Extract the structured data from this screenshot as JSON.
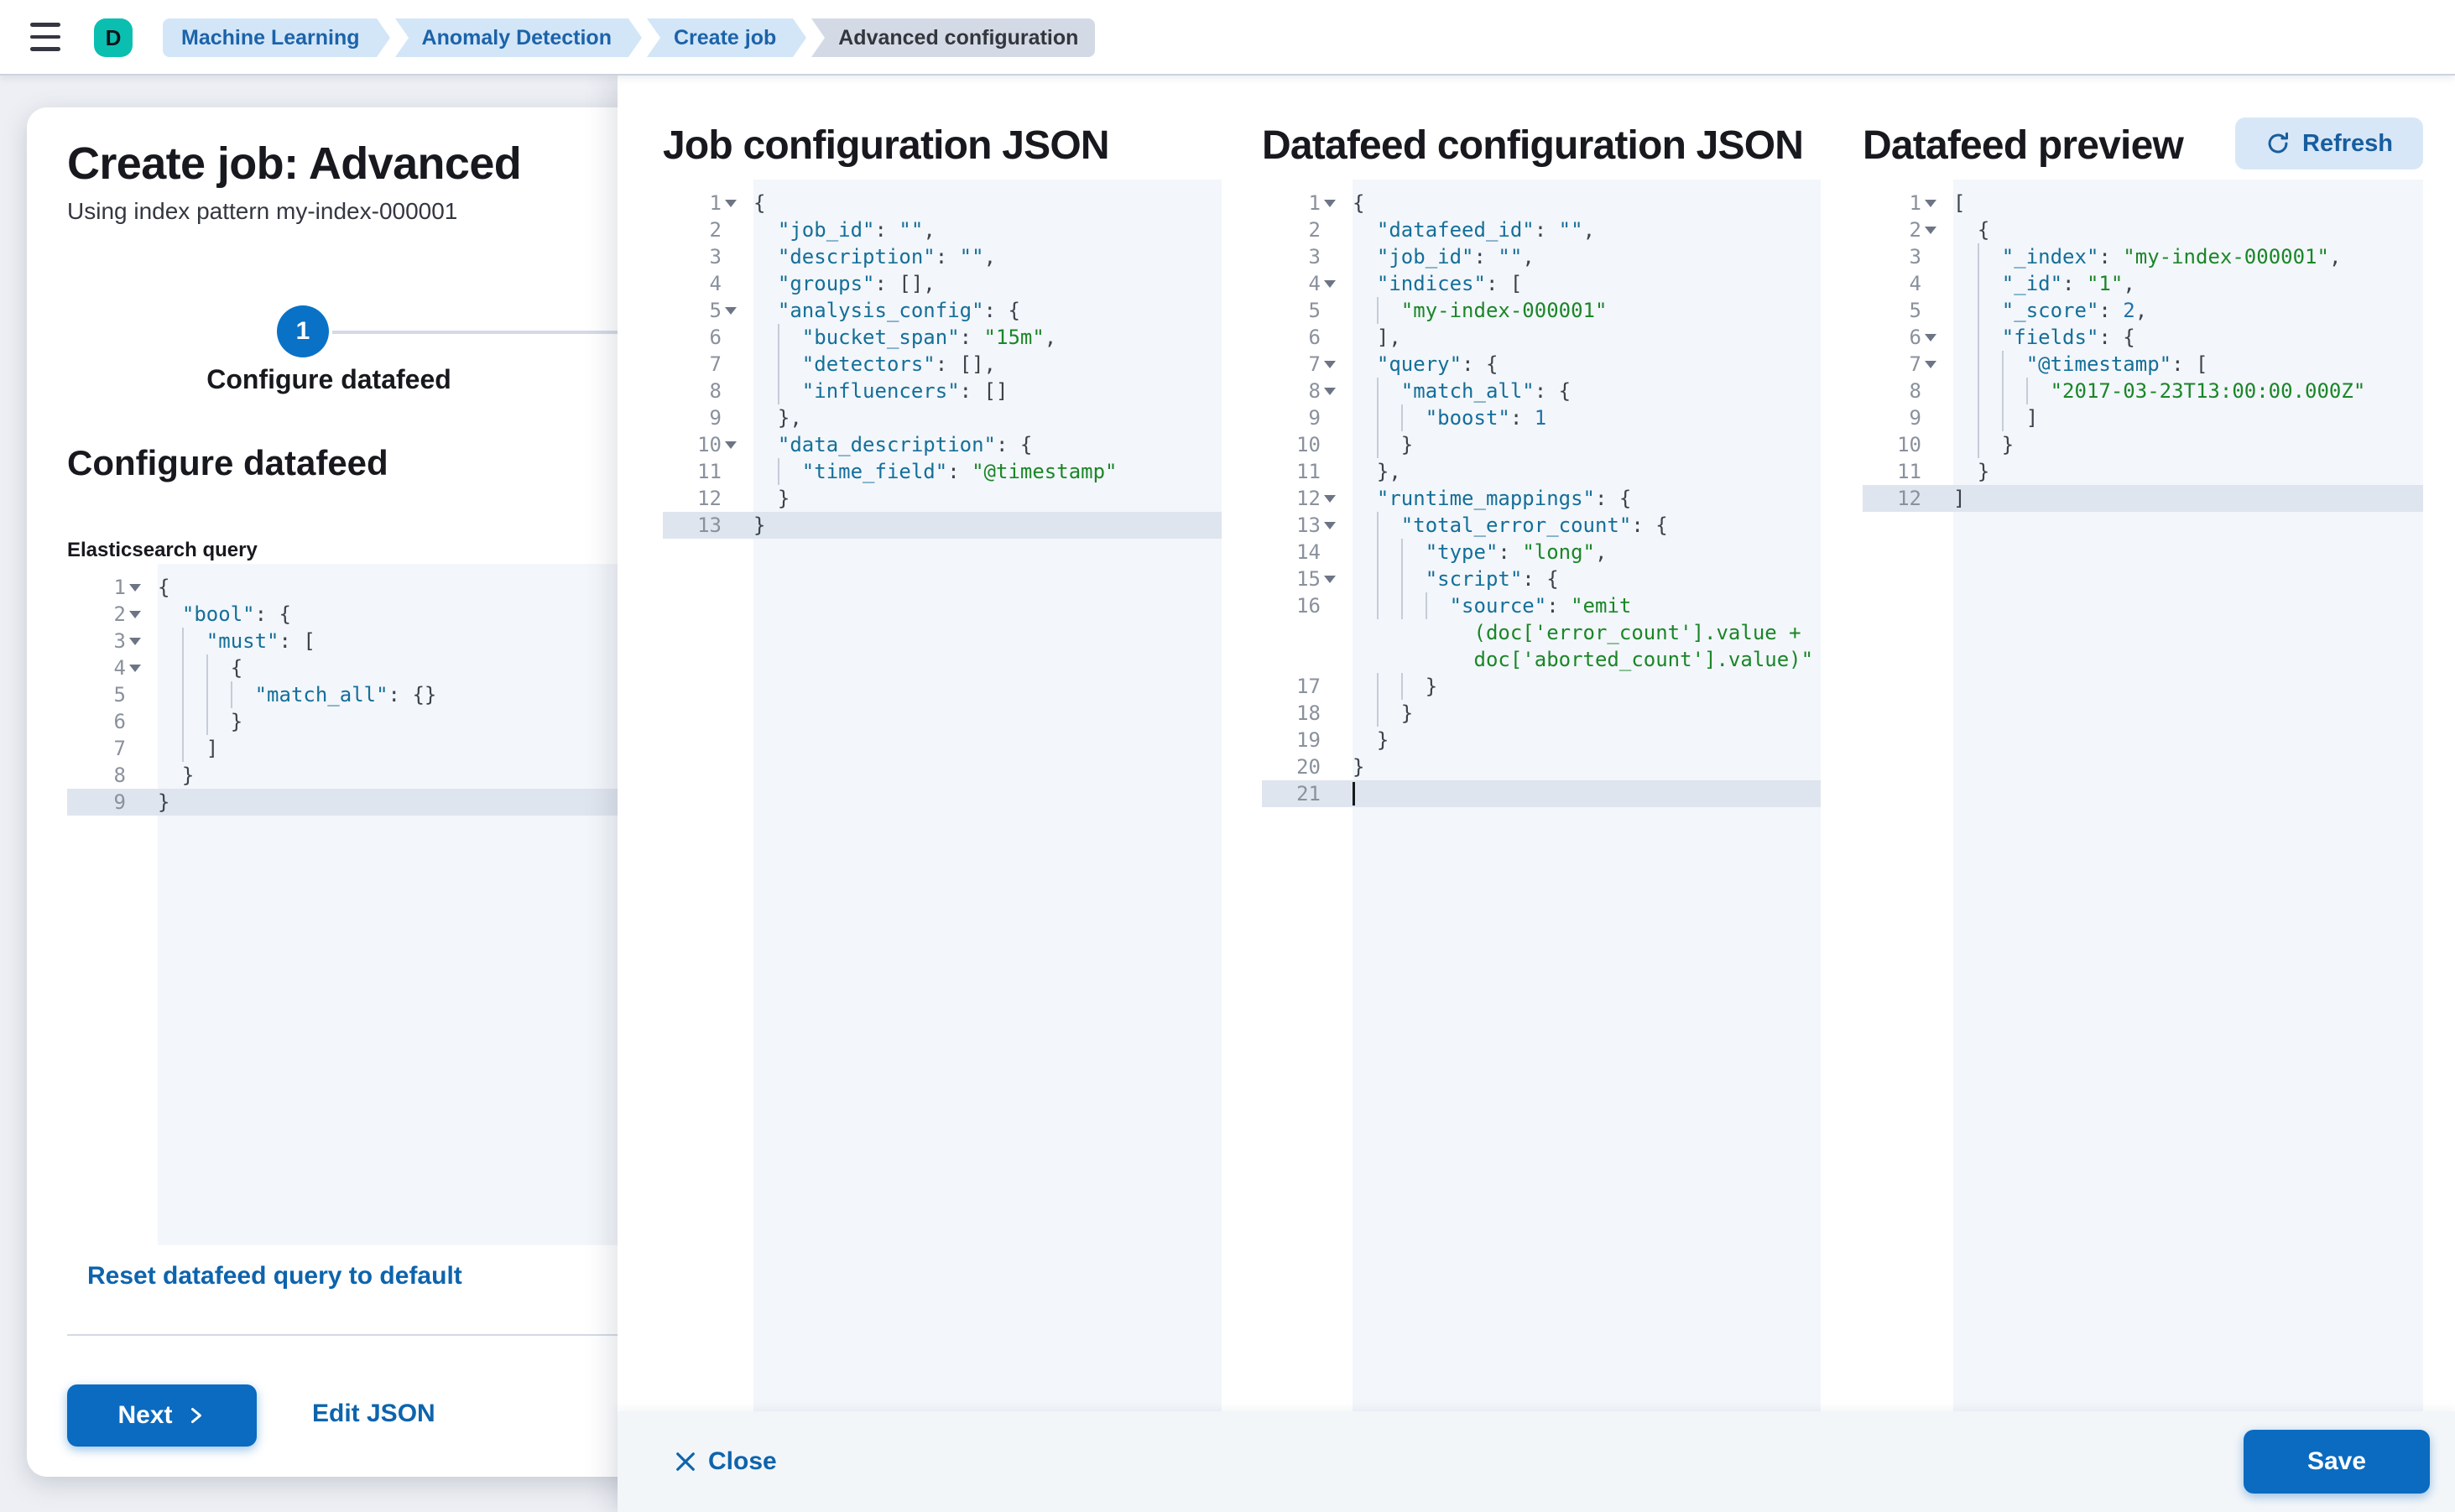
{
  "header": {
    "avatar_initial": "D",
    "breadcrumbs": [
      {
        "label": "Machine Learning",
        "current": false
      },
      {
        "label": "Anomaly Detection",
        "current": false
      },
      {
        "label": "Create job",
        "current": false
      },
      {
        "label": "Advanced configuration",
        "current": true
      }
    ]
  },
  "page": {
    "title": "Create job: Advanced",
    "subtitle": "Using index pattern my-index-000001",
    "step": {
      "number": "1",
      "label": "Configure datafeed"
    },
    "section_title": "Configure datafeed",
    "query_label": "Elasticsearch query",
    "reset_link": "Reset datafeed query to default",
    "next_button": "Next",
    "edit_json_link": "Edit JSON"
  },
  "flyout": {
    "panels": [
      {
        "title": "Job configuration JSON"
      },
      {
        "title": "Datafeed configuration JSON"
      },
      {
        "title": "Datafeed preview"
      }
    ],
    "refresh_button": "Refresh",
    "close_button": "Close",
    "save_button": "Save"
  },
  "icons": {
    "menu": "hamburger-icon",
    "refresh": "refresh-icon",
    "close": "x-icon",
    "next": "chevron-right-icon",
    "fold": "triangle-down-icon"
  },
  "colors": {
    "primary_button": "#0a6bc0",
    "link": "#0d64ad",
    "step_circle": "#0a72c6",
    "avatar": "#0abfb0",
    "breadcrumb_bg": "#d3e6f8",
    "breadcrumb_text": "#1c63a9",
    "breadcrumb_current_bg": "#d3dae5",
    "code_key": "#146f9a",
    "code_string": "#1a8628",
    "code_number": "#2073ab",
    "editor_bg": "#f3f6fa",
    "active_line": "#dfe5ee"
  },
  "editors": {
    "es_query": {
      "lines": [
        {
          "n": "1",
          "f": true,
          "g": 0,
          "t": [
            [
              "p",
              "{"
            ]
          ]
        },
        {
          "n": "2",
          "f": true,
          "g": 0,
          "t": [
            [
              "p",
              "  "
            ],
            [
              "k",
              "\"bool\""
            ],
            [
              "p",
              ": {"
            ]
          ]
        },
        {
          "n": "3",
          "f": true,
          "g": 1,
          "t": [
            [
              "p",
              "    "
            ],
            [
              "k",
              "\"must\""
            ],
            [
              "p",
              ": ["
            ]
          ]
        },
        {
          "n": "4",
          "f": true,
          "g": 2,
          "t": [
            [
              "p",
              "      {"
            ]
          ]
        },
        {
          "n": "5",
          "g": 3,
          "t": [
            [
              "p",
              "        "
            ],
            [
              "k",
              "\"match_all\""
            ],
            [
              "p",
              ": {}"
            ]
          ]
        },
        {
          "n": "6",
          "g": 2,
          "t": [
            [
              "p",
              "      }"
            ]
          ]
        },
        {
          "n": "7",
          "g": 1,
          "t": [
            [
              "p",
              "    ]"
            ]
          ]
        },
        {
          "n": "8",
          "g": 0,
          "t": [
            [
              "p",
              "  }"
            ]
          ]
        },
        {
          "n": "9",
          "a": true,
          "g": 0,
          "t": [
            [
              "p",
              "}"
            ]
          ]
        }
      ]
    },
    "job_config": {
      "lines": [
        {
          "n": "1",
          "f": true,
          "g": 0,
          "t": [
            [
              "p",
              "{"
            ]
          ]
        },
        {
          "n": "2",
          "g": 0,
          "t": [
            [
              "p",
              "  "
            ],
            [
              "k",
              "\"job_id\""
            ],
            [
              "p",
              ": "
            ],
            [
              "k",
              "\"\""
            ],
            [
              "p",
              ","
            ]
          ]
        },
        {
          "n": "3",
          "g": 0,
          "t": [
            [
              "p",
              "  "
            ],
            [
              "k",
              "\"description\""
            ],
            [
              "p",
              ": "
            ],
            [
              "k",
              "\"\""
            ],
            [
              "p",
              ","
            ]
          ]
        },
        {
          "n": "4",
          "g": 0,
          "t": [
            [
              "p",
              "  "
            ],
            [
              "k",
              "\"groups\""
            ],
            [
              "p",
              ": [],"
            ]
          ]
        },
        {
          "n": "5",
          "f": true,
          "g": 0,
          "t": [
            [
              "p",
              "  "
            ],
            [
              "k",
              "\"analysis_config\""
            ],
            [
              "p",
              ": {"
            ]
          ]
        },
        {
          "n": "6",
          "g": 1,
          "t": [
            [
              "p",
              "    "
            ],
            [
              "k",
              "\"bucket_span\""
            ],
            [
              "p",
              ": "
            ],
            [
              "s",
              "\"15m\""
            ],
            [
              "p",
              ","
            ]
          ]
        },
        {
          "n": "7",
          "g": 1,
          "t": [
            [
              "p",
              "    "
            ],
            [
              "k",
              "\"detectors\""
            ],
            [
              "p",
              ": [],"
            ]
          ]
        },
        {
          "n": "8",
          "g": 1,
          "t": [
            [
              "p",
              "    "
            ],
            [
              "k",
              "\"influencers\""
            ],
            [
              "p",
              ": []"
            ]
          ]
        },
        {
          "n": "9",
          "g": 0,
          "t": [
            [
              "p",
              "  },"
            ]
          ]
        },
        {
          "n": "10",
          "f": true,
          "g": 0,
          "t": [
            [
              "p",
              "  "
            ],
            [
              "k",
              "\"data_description\""
            ],
            [
              "p",
              ": {"
            ]
          ]
        },
        {
          "n": "11",
          "g": 1,
          "t": [
            [
              "p",
              "    "
            ],
            [
              "k",
              "\"time_field\""
            ],
            [
              "p",
              ": "
            ],
            [
              "s",
              "\"@timestamp\""
            ]
          ]
        },
        {
          "n": "12",
          "g": 0,
          "t": [
            [
              "p",
              "  }"
            ]
          ]
        },
        {
          "n": "13",
          "a": true,
          "g": 0,
          "t": [
            [
              "p",
              "}"
            ]
          ]
        }
      ]
    },
    "datafeed_config": {
      "lines": [
        {
          "n": "1",
          "f": true,
          "g": 0,
          "t": [
            [
              "p",
              "{"
            ]
          ]
        },
        {
          "n": "2",
          "g": 0,
          "t": [
            [
              "p",
              "  "
            ],
            [
              "k",
              "\"datafeed_id\""
            ],
            [
              "p",
              ": "
            ],
            [
              "k",
              "\"\""
            ],
            [
              "p",
              ","
            ]
          ]
        },
        {
          "n": "3",
          "g": 0,
          "t": [
            [
              "p",
              "  "
            ],
            [
              "k",
              "\"job_id\""
            ],
            [
              "p",
              ": "
            ],
            [
              "k",
              "\"\""
            ],
            [
              "p",
              ","
            ]
          ]
        },
        {
          "n": "4",
          "f": true,
          "g": 0,
          "t": [
            [
              "p",
              "  "
            ],
            [
              "k",
              "\"indices\""
            ],
            [
              "p",
              ": ["
            ]
          ]
        },
        {
          "n": "5",
          "g": 1,
          "t": [
            [
              "p",
              "    "
            ],
            [
              "s",
              "\"my-index-000001\""
            ]
          ]
        },
        {
          "n": "6",
          "g": 0,
          "t": [
            [
              "p",
              "  ],"
            ]
          ]
        },
        {
          "n": "7",
          "f": true,
          "g": 0,
          "t": [
            [
              "p",
              "  "
            ],
            [
              "k",
              "\"query\""
            ],
            [
              "p",
              ": {"
            ]
          ]
        },
        {
          "n": "8",
          "f": true,
          "g": 1,
          "t": [
            [
              "p",
              "    "
            ],
            [
              "k",
              "\"match_all\""
            ],
            [
              "p",
              ": {"
            ]
          ]
        },
        {
          "n": "9",
          "g": 2,
          "t": [
            [
              "p",
              "      "
            ],
            [
              "k",
              "\"boost\""
            ],
            [
              "p",
              ": "
            ],
            [
              "n",
              "1"
            ]
          ]
        },
        {
          "n": "10",
          "g": 1,
          "t": [
            [
              "p",
              "    }"
            ]
          ]
        },
        {
          "n": "11",
          "g": 0,
          "t": [
            [
              "p",
              "  },"
            ]
          ]
        },
        {
          "n": "12",
          "f": true,
          "g": 0,
          "t": [
            [
              "p",
              "  "
            ],
            [
              "k",
              "\"runtime_mappings\""
            ],
            [
              "p",
              ": {"
            ]
          ]
        },
        {
          "n": "13",
          "f": true,
          "g": 1,
          "t": [
            [
              "p",
              "    "
            ],
            [
              "k",
              "\"total_error_count\""
            ],
            [
              "p",
              ": {"
            ]
          ]
        },
        {
          "n": "14",
          "g": 2,
          "t": [
            [
              "p",
              "      "
            ],
            [
              "k",
              "\"type\""
            ],
            [
              "p",
              ": "
            ],
            [
              "s",
              "\"long\""
            ],
            [
              "p",
              ","
            ]
          ]
        },
        {
          "n": "15",
          "f": true,
          "g": 2,
          "t": [
            [
              "p",
              "      "
            ],
            [
              "k",
              "\"script\""
            ],
            [
              "p",
              ": {"
            ]
          ]
        },
        {
          "n": "16",
          "g": 3,
          "t": [
            [
              "p",
              "        "
            ],
            [
              "k",
              "\"source\""
            ],
            [
              "p",
              ": "
            ],
            [
              "s",
              "\"emit"
            ]
          ]
        },
        {
          "n": "",
          "g": 0,
          "t": [
            [
              "s",
              "          (doc['error_count'].value +"
            ]
          ]
        },
        {
          "n": "",
          "g": 0,
          "t": [
            [
              "s",
              "          doc['aborted_count'].value)\""
            ]
          ]
        },
        {
          "n": "17",
          "g": 2,
          "t": [
            [
              "p",
              "      }"
            ]
          ]
        },
        {
          "n": "18",
          "g": 1,
          "t": [
            [
              "p",
              "    }"
            ]
          ]
        },
        {
          "n": "19",
          "g": 0,
          "t": [
            [
              "p",
              "  }"
            ]
          ]
        },
        {
          "n": "20",
          "g": 0,
          "t": [
            [
              "p",
              "}"
            ]
          ]
        },
        {
          "n": "21",
          "a": true,
          "cur": true,
          "g": 0,
          "t": []
        }
      ]
    },
    "datafeed_preview": {
      "lines": [
        {
          "n": "1",
          "f": true,
          "g": 0,
          "t": [
            [
              "p",
              "["
            ]
          ]
        },
        {
          "n": "2",
          "f": true,
          "g": 0,
          "t": [
            [
              "p",
              "  {"
            ]
          ]
        },
        {
          "n": "3",
          "g": 1,
          "t": [
            [
              "p",
              "    "
            ],
            [
              "k",
              "\"_index\""
            ],
            [
              "p",
              ": "
            ],
            [
              "s",
              "\"my-index-000001\""
            ],
            [
              "p",
              ","
            ]
          ]
        },
        {
          "n": "4",
          "g": 1,
          "t": [
            [
              "p",
              "    "
            ],
            [
              "k",
              "\"_id\""
            ],
            [
              "p",
              ": "
            ],
            [
              "s",
              "\"1\""
            ],
            [
              "p",
              ","
            ]
          ]
        },
        {
          "n": "5",
          "g": 1,
          "t": [
            [
              "p",
              "    "
            ],
            [
              "k",
              "\"_score\""
            ],
            [
              "p",
              ": "
            ],
            [
              "n",
              "2"
            ],
            [
              "p",
              ","
            ]
          ]
        },
        {
          "n": "6",
          "f": true,
          "g": 1,
          "t": [
            [
              "p",
              "    "
            ],
            [
              "k",
              "\"fields\""
            ],
            [
              "p",
              ": {"
            ]
          ]
        },
        {
          "n": "7",
          "f": true,
          "g": 2,
          "t": [
            [
              "p",
              "      "
            ],
            [
              "k",
              "\"@timestamp\""
            ],
            [
              "p",
              ": ["
            ]
          ]
        },
        {
          "n": "8",
          "g": 3,
          "t": [
            [
              "p",
              "        "
            ],
            [
              "s",
              "\"2017-03-23T13:00:00.000Z\""
            ]
          ]
        },
        {
          "n": "9",
          "g": 2,
          "t": [
            [
              "p",
              "      ]"
            ]
          ]
        },
        {
          "n": "10",
          "g": 1,
          "t": [
            [
              "p",
              "    }"
            ]
          ]
        },
        {
          "n": "11",
          "g": 0,
          "t": [
            [
              "p",
              "  }"
            ]
          ]
        },
        {
          "n": "12",
          "a": true,
          "g": 0,
          "t": [
            [
              "p",
              "]"
            ]
          ]
        }
      ]
    }
  }
}
